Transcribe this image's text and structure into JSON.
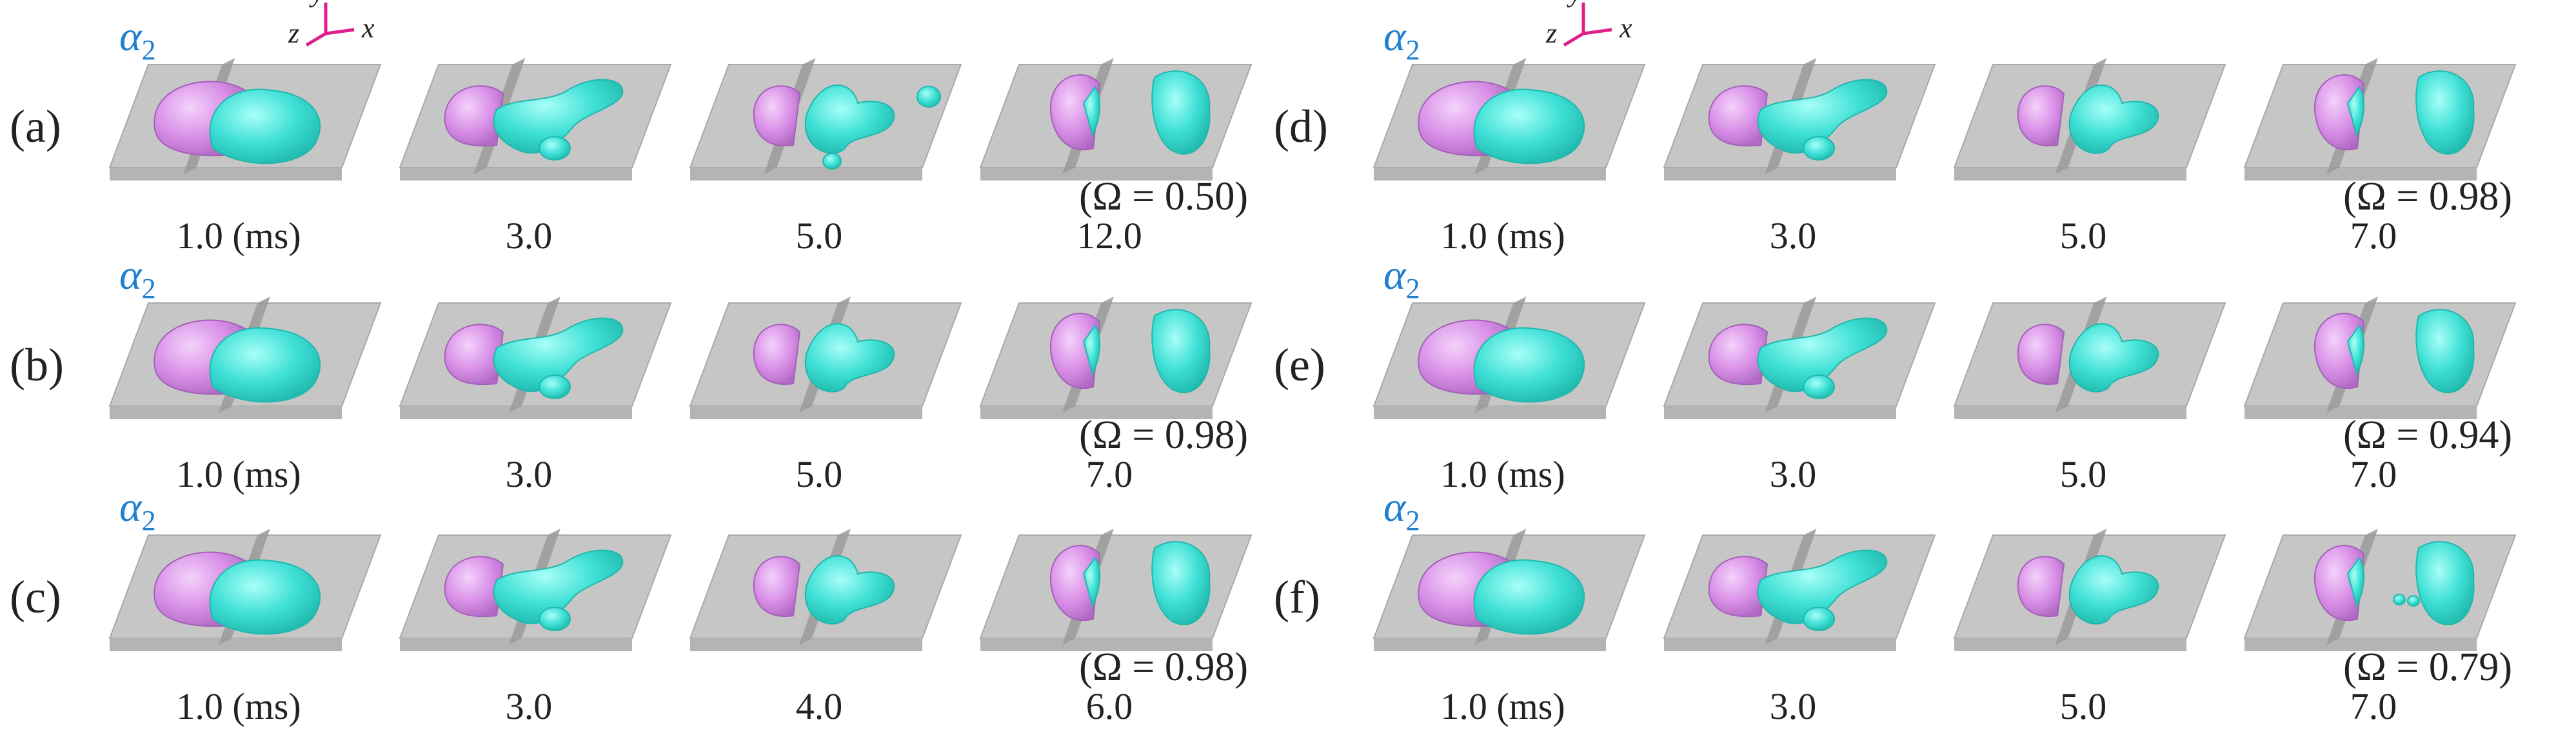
{
  "colors": {
    "plate": "#c6c6c6",
    "plate_edge": "#a9a9a9",
    "wall": "#9a9a9a",
    "droplet_cyan": "#3fe0d6",
    "droplet_cyan_shadow": "#1fb8ad",
    "droplet_pink": "#d88ee6",
    "alpha_label": "#1f7fd0",
    "axis_arrow": "#e0208a"
  },
  "alpha_label": {
    "symbol": "α",
    "subscript": "2"
  },
  "axis_triad": {
    "x": "x",
    "y": "y",
    "z": "z"
  },
  "rows": [
    {
      "label": "(a)",
      "times": [
        "1.0 (ms)",
        "3.0",
        "5.0",
        "12.0"
      ],
      "omega": "(Ω = 0.50)"
    },
    {
      "label": "(b)",
      "times": [
        "1.0 (ms)",
        "3.0",
        "5.0",
        "7.0"
      ],
      "omega": "(Ω = 0.98)"
    },
    {
      "label": "(c)",
      "times": [
        "1.0 (ms)",
        "3.0",
        "4.0",
        "6.0"
      ],
      "omega": "(Ω = 0.98)"
    },
    {
      "label": "(d)",
      "times": [
        "1.0 (ms)",
        "3.0",
        "5.0",
        "7.0"
      ],
      "omega": "(Ω = 0.98)"
    },
    {
      "label": "(e)",
      "times": [
        "1.0 (ms)",
        "3.0",
        "5.0",
        "7.0"
      ],
      "omega": "(Ω = 0.94)"
    },
    {
      "label": "(f)",
      "times": [
        "1.0 (ms)",
        "3.0",
        "5.0",
        "7.0"
      ],
      "omega": "(Ω = 0.79)"
    }
  ]
}
